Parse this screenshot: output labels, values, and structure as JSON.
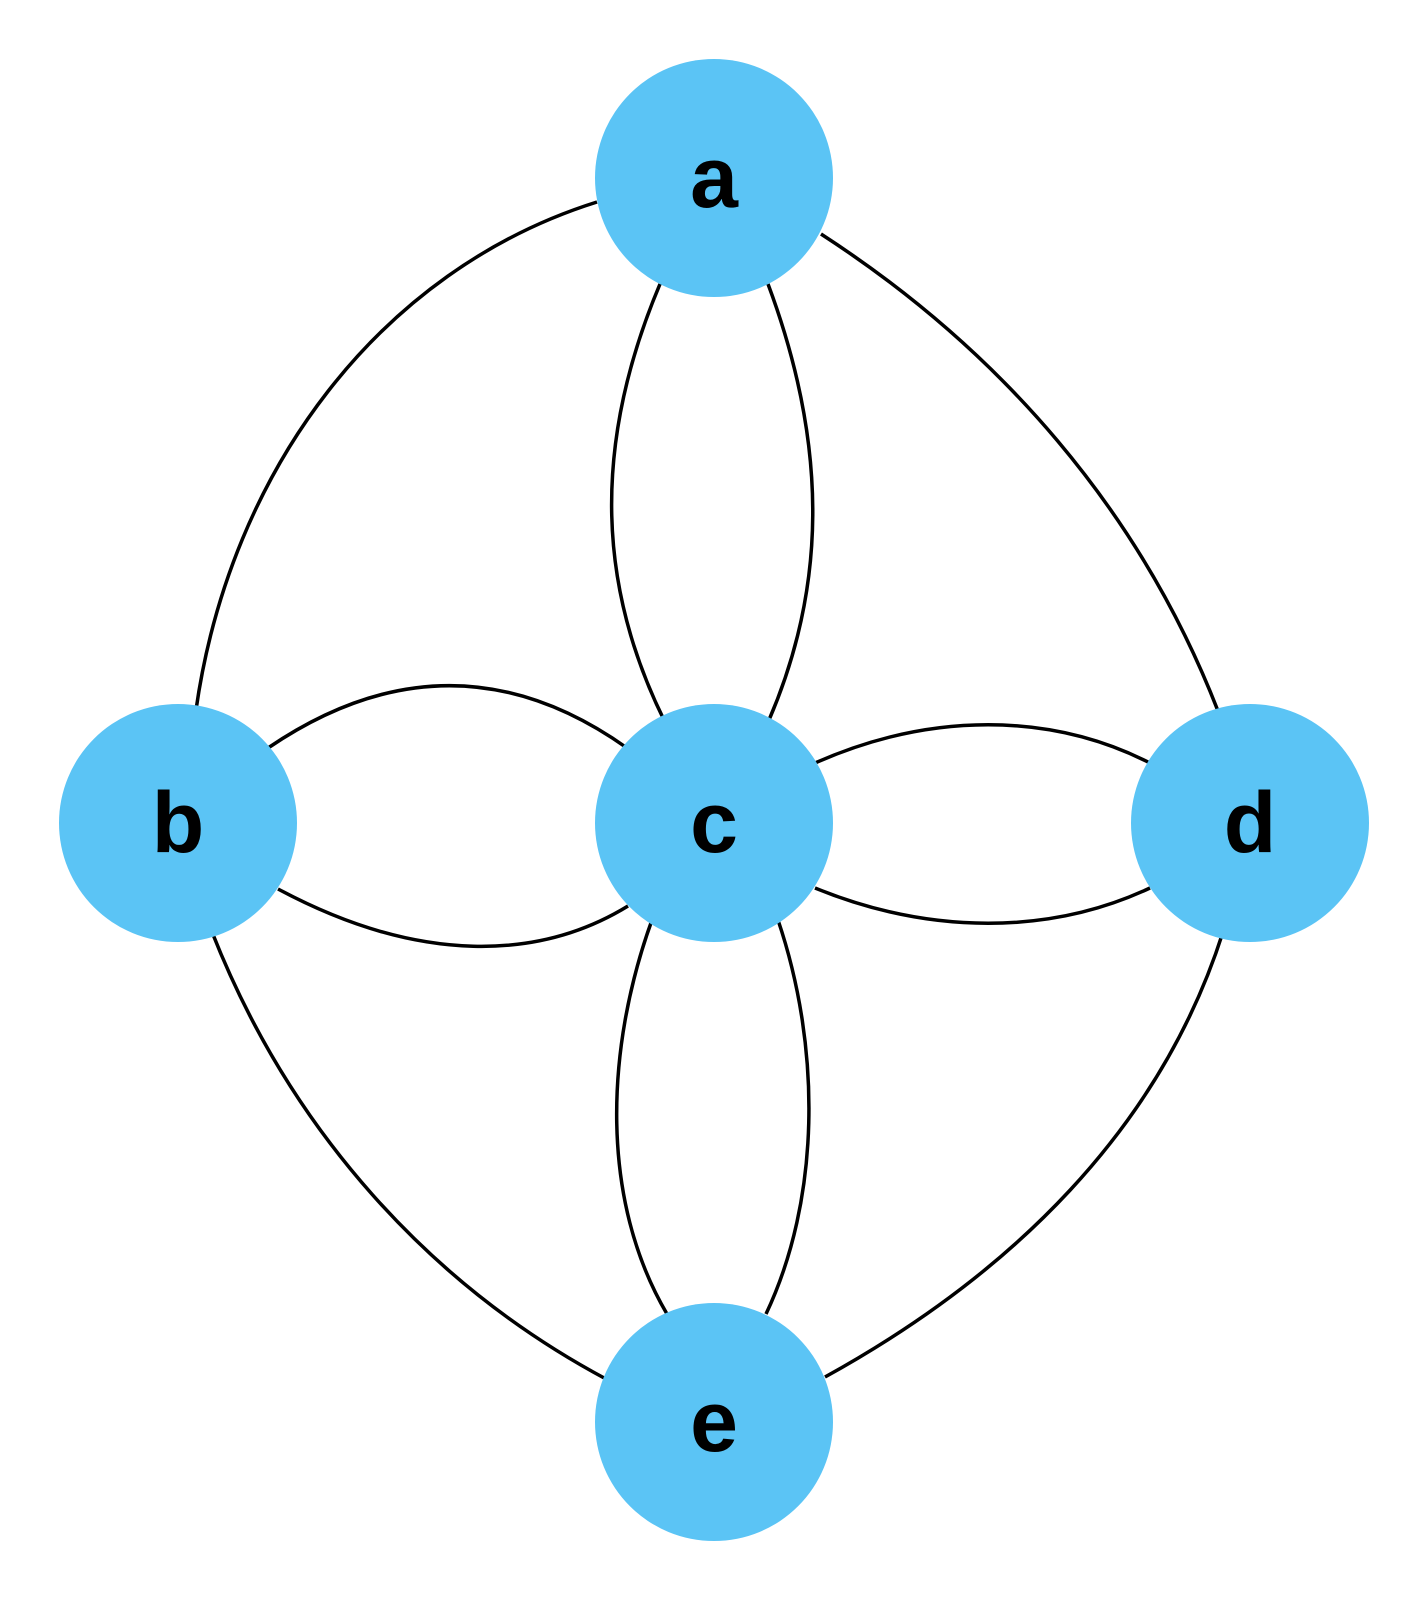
{
  "graph": {
    "node_fill": "#5BC4F5",
    "edge_color": "#000000",
    "nodes": [
      {
        "id": "a",
        "label": "a"
      },
      {
        "id": "b",
        "label": "b"
      },
      {
        "id": "c",
        "label": "c"
      },
      {
        "id": "d",
        "label": "d"
      },
      {
        "id": "e",
        "label": "e"
      }
    ],
    "edges": [
      {
        "from": "a",
        "to": "b"
      },
      {
        "from": "a",
        "to": "d"
      },
      {
        "from": "a",
        "to": "c"
      },
      {
        "from": "a",
        "to": "c"
      },
      {
        "from": "b",
        "to": "c"
      },
      {
        "from": "b",
        "to": "c"
      },
      {
        "from": "c",
        "to": "d"
      },
      {
        "from": "c",
        "to": "d"
      },
      {
        "from": "c",
        "to": "e"
      },
      {
        "from": "c",
        "to": "e"
      },
      {
        "from": "b",
        "to": "e"
      },
      {
        "from": "d",
        "to": "e"
      }
    ]
  }
}
